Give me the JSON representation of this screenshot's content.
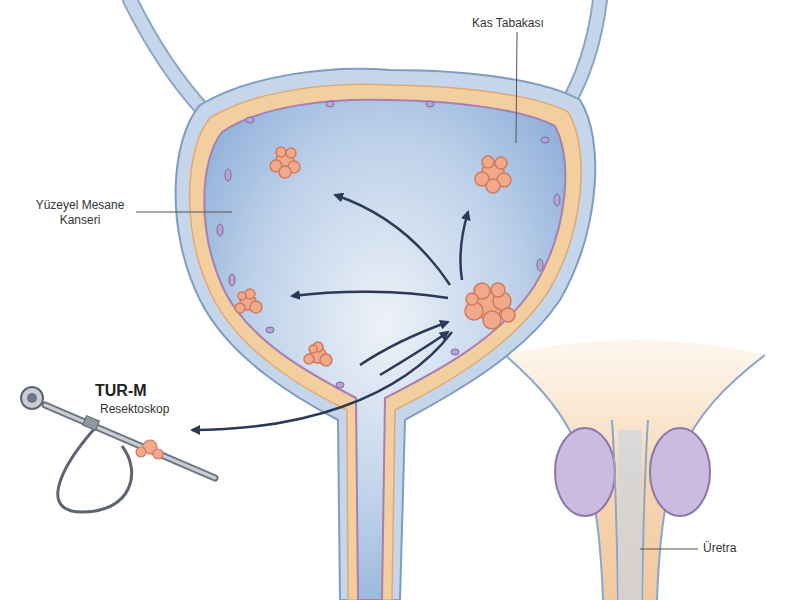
{
  "diagram": {
    "labels": [
      "Kas Tabakası",
      "Yüzeyel Mesane Kanseri",
      "TUR-M",
      "Resektoskop",
      "Üretra"
    ]
  }
}
